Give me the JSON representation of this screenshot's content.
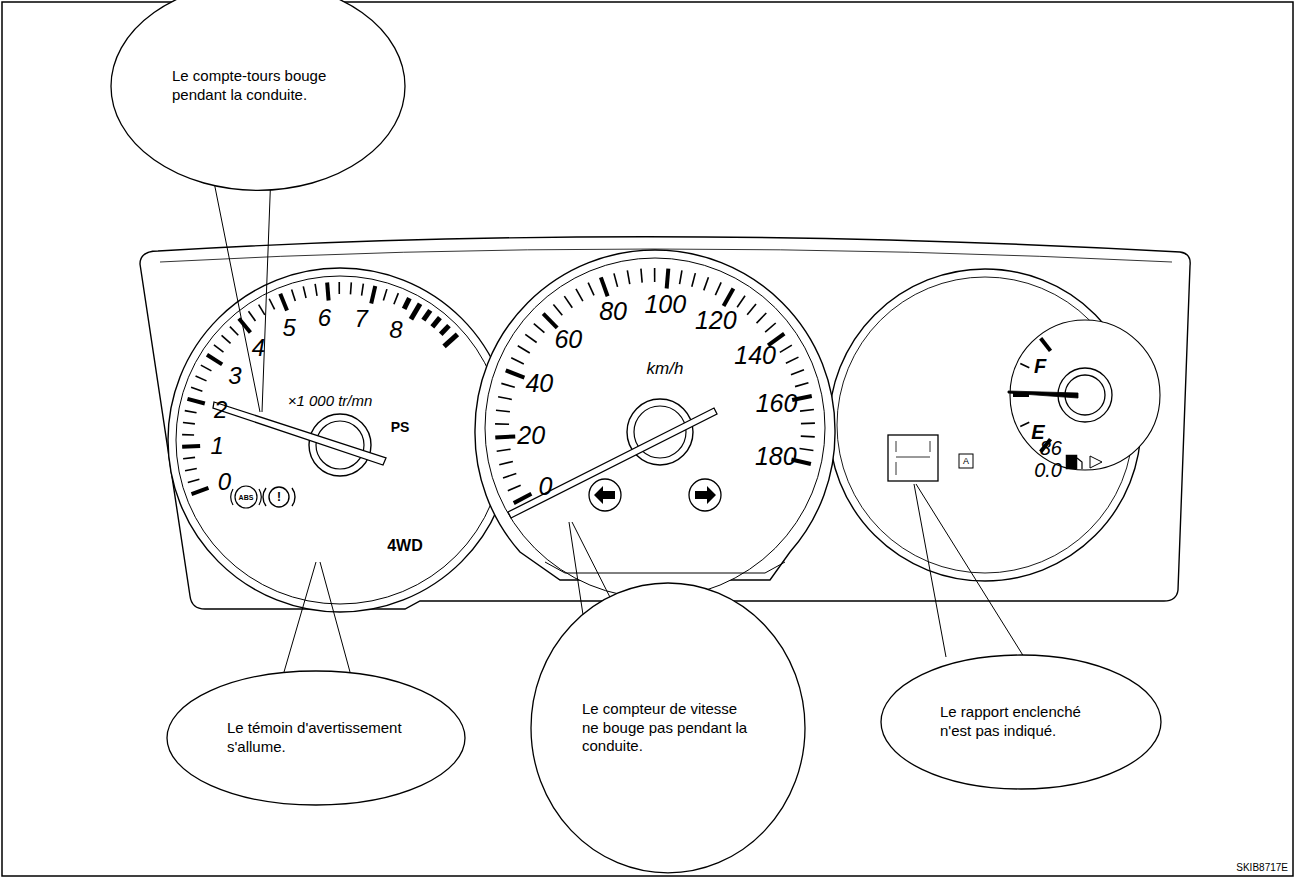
{
  "diagram": {
    "nodes": [
      {
        "text": [
          "Le compte-tours bouge pendant la conduite."
        ]
      },
      {
        "text": [
          "Le témoin d'avertissement s'allume."
        ]
      },
      {
        "text": [
          "Le compteur de vitesse ne bouge pas pendant la conduite."
        ]
      },
      {
        "text": [
          "Le rapport enclenché n'est pas indiqué."
        ]
      }
    ],
    "labels": [
      "0",
      "1",
      "2",
      "3",
      "4",
      "5",
      "6",
      "7",
      "8",
      "×1 000 tr/mn",
      "PS",
      "ABS",
      "!",
      "4WD",
      "0",
      "20",
      "40",
      "60",
      "80",
      "100",
      "120",
      "140",
      "160",
      "180",
      "km/h",
      "F",
      "E",
      "A",
      "86",
      "0.0",
      "SKIB8717E"
    ]
  }
}
